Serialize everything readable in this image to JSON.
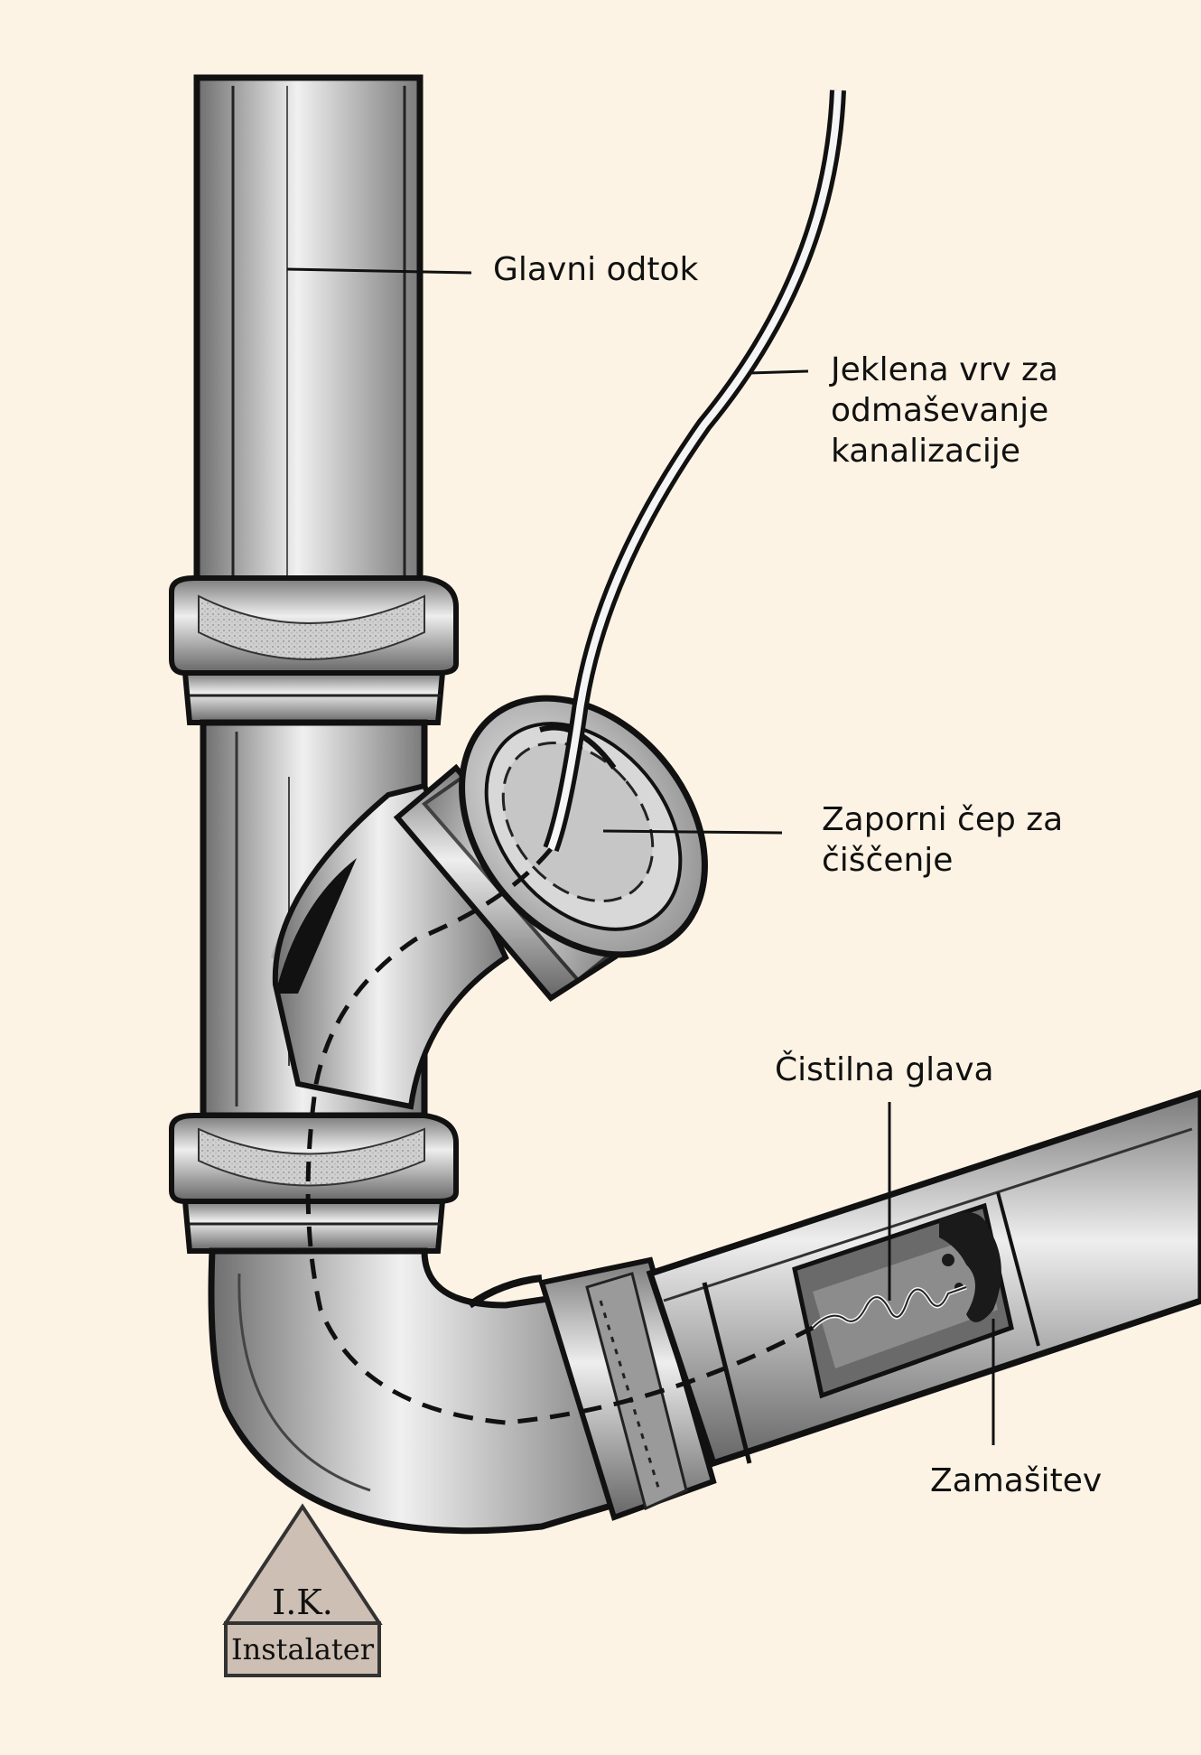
{
  "labels": {
    "main_drain": "Glavni odtok",
    "steel_cable": [
      "Jeklena vrv za",
      "odmaševanje",
      "kanalizacije"
    ],
    "cleanout_plug": [
      "Zaporni čep za",
      "čiščenje"
    ],
    "cleaning_head": "Čistilna glava",
    "clog": "Zamašitev"
  },
  "logo": {
    "initials": "I.K.",
    "name": "Instalater"
  },
  "colors": {
    "background": "#fdf3e4",
    "pipe_light": "#e6e6e6",
    "pipe_mid": "#b5b5b5",
    "pipe_dark": "#6e6e6e",
    "gasket": "#c7c7c7",
    "clog": "#1a1a1a",
    "logo_fill": "#cdbfb3",
    "logo_stroke": "#333333"
  }
}
